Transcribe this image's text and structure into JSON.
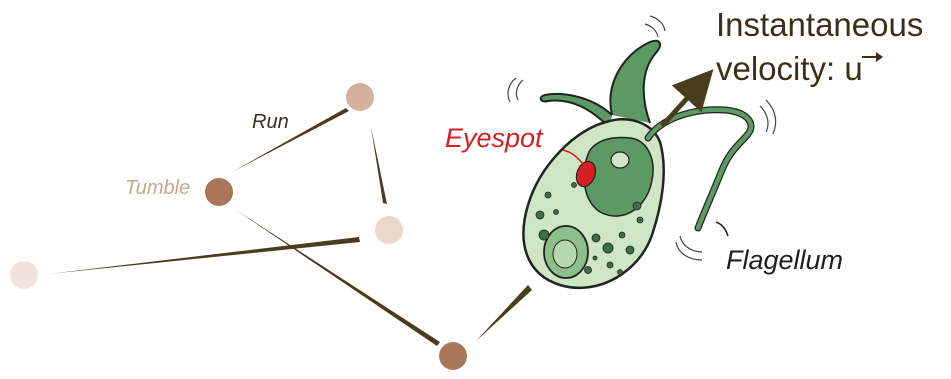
{
  "labels": {
    "run": "Run",
    "tumble": "Tumble",
    "eyespot": "Eyespot",
    "flagellum": "Flagellum",
    "velocity_line1": "Instantaneous",
    "velocity_line2": "velocity:",
    "velocity_symbol": "u"
  },
  "colors": {
    "path": "#4a3d1e",
    "dot_dark": "#a8775a",
    "dot_light": "#e8cfc2",
    "dot_mid": "#d2b09a",
    "cell_body": "#cfe6c4",
    "cell_dark": "#5d9a63",
    "cell_outline": "#222222",
    "eyespot": "#d42020",
    "velocity_text": "#3d2e17",
    "tumble_text": "#c4a88e"
  },
  "icons": [
    "tumble-point-icon",
    "velocity-arrow-icon",
    "motion-lines-icon",
    "euglena-cell-icon"
  ]
}
